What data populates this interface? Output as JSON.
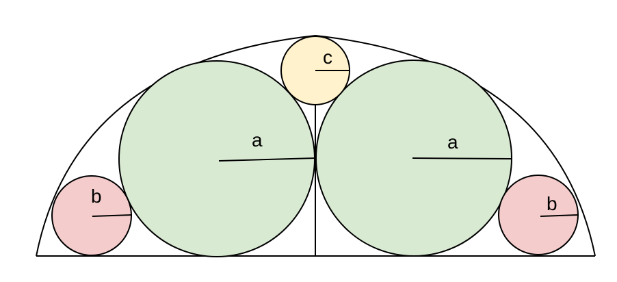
{
  "labels": {
    "big_left": "a",
    "big_right": "a",
    "small_left": "b",
    "small_right": "b",
    "top": "c"
  },
  "colors": {
    "stroke": "#000000",
    "green_fill": "#d9ead3",
    "pink_fill": "#f4cccc",
    "yellow_fill": "#fff2cc",
    "background": "#ffffff"
  }
}
